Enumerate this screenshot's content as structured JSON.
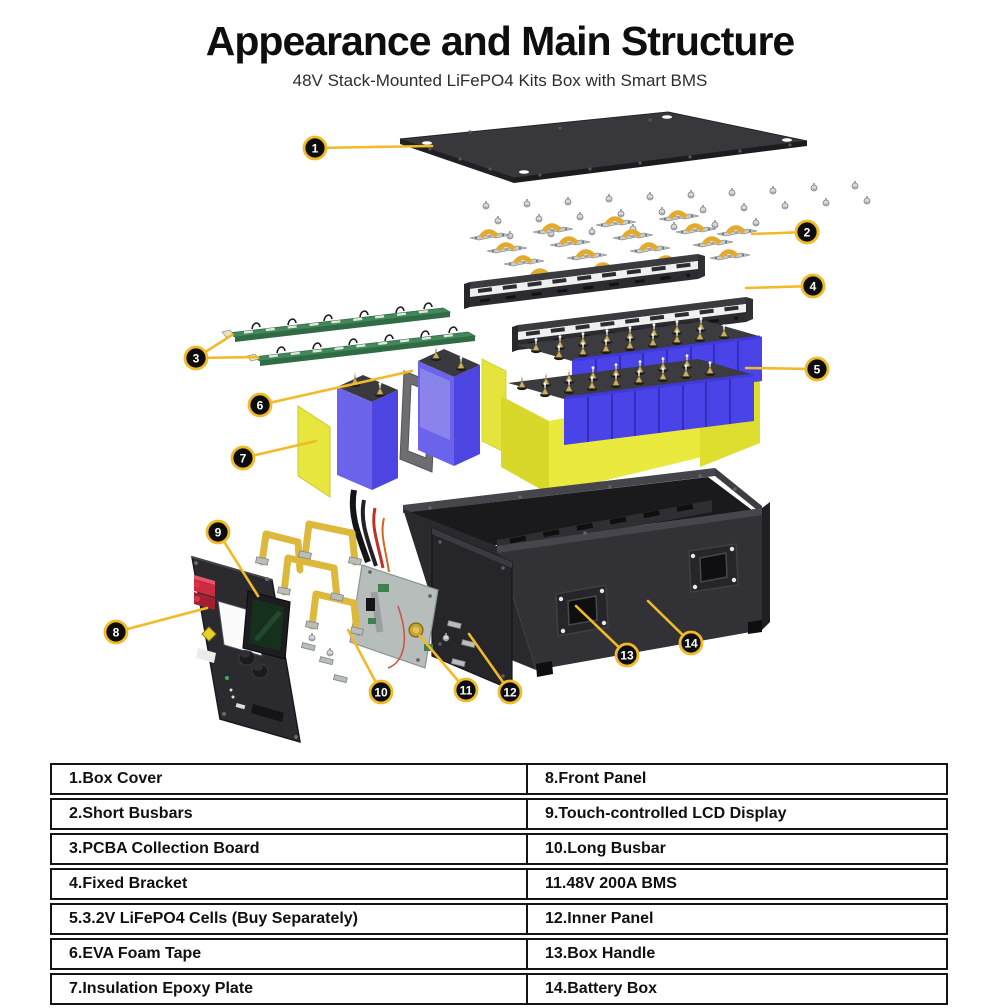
{
  "header": {
    "title": "Appearance and Main Structure",
    "subtitle": "48V Stack-Mounted LiFePO4 Kits Box with Smart BMS"
  },
  "diagram": {
    "description": "Exploded view of stack-mounted LiFePO4 battery kit box",
    "callouts": [
      {
        "number": "1",
        "part": "Box Cover"
      },
      {
        "number": "2",
        "part": "Short Busbars"
      },
      {
        "number": "3",
        "part": "PCBA Collection Board"
      },
      {
        "number": "4",
        "part": "Fixed Bracket"
      },
      {
        "number": "5",
        "part": "3.2V LiFePO4 Cells (Buy Separately)"
      },
      {
        "number": "6",
        "part": "EVA Foam Tape"
      },
      {
        "number": "7",
        "part": "Insulation Epoxy Plate"
      },
      {
        "number": "8",
        "part": "Front Panel"
      },
      {
        "number": "9",
        "part": "Touch-controlled LCD Display"
      },
      {
        "number": "10",
        "part": "Long Busbar"
      },
      {
        "number": "11",
        "part": "48V 200A BMS"
      },
      {
        "number": "12",
        "part": "Inner Panel"
      },
      {
        "number": "13",
        "part": "Box Handle"
      },
      {
        "number": "14",
        "part": "Battery Box"
      }
    ]
  },
  "parts_table": {
    "rows": [
      {
        "left": "1.Box Cover",
        "right": "8.Front Panel"
      },
      {
        "left": "2.Short Busbars",
        "right": "9.Touch-controlled LCD Display"
      },
      {
        "left": "3.PCBA Collection Board",
        "right": "10.Long Busbar"
      },
      {
        "left": "4.Fixed Bracket",
        "right": "11.48V 200A BMS"
      },
      {
        "left": "5.3.2V LiFePO4 Cells (Buy Separately)",
        "right": "12.Inner Panel"
      },
      {
        "left": "6.EVA Foam Tape",
        "right": "13.Box Handle"
      },
      {
        "left": "7.Insulation Epoxy Plate",
        "right": "14.Battery Box"
      }
    ]
  },
  "colors": {
    "accent_yellow": "#F1BA28",
    "cell_blue": "#4A43E8",
    "wrap_yellow": "#E9E93E",
    "pcb_green": "#44875A",
    "chassis_black": "#323236"
  }
}
